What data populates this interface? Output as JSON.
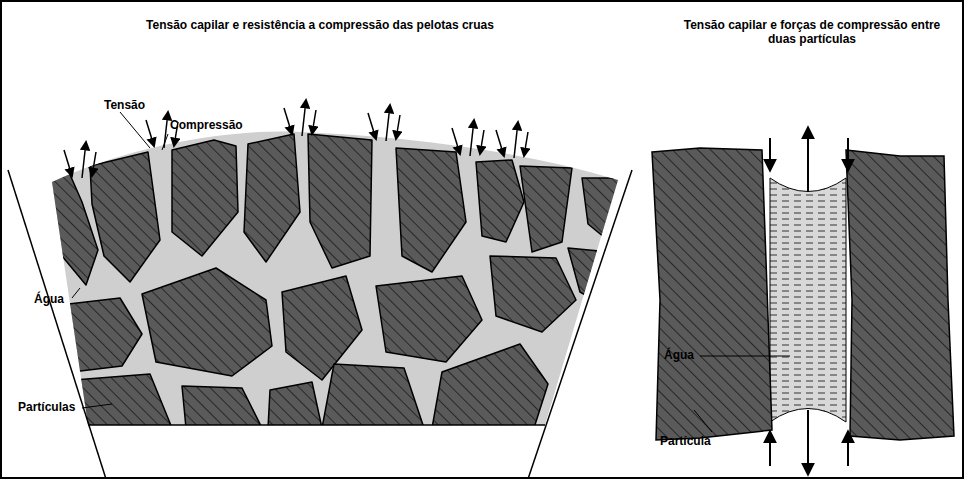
{
  "diagram": {
    "labels": [
      "Tensão capilar e resistência a compressão das pelotas cruas",
      "Tensão capilar e forças de compressão entre duas partículas",
      "Tensão",
      "Compressão",
      "Água",
      "Partículas",
      "Água",
      "Partícula"
    ]
  }
}
